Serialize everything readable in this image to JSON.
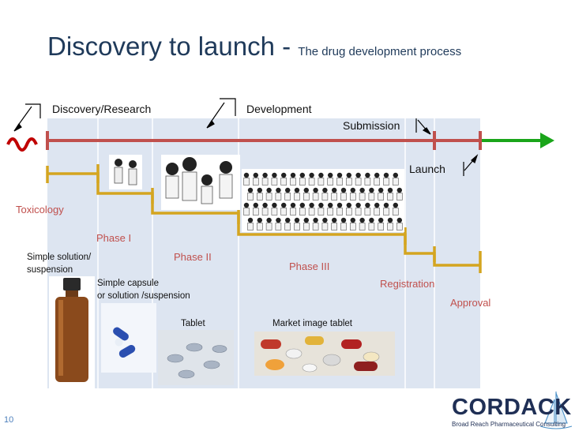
{
  "title": {
    "main": "Discovery to launch -",
    "subtitle": "The drug development process"
  },
  "stages": {
    "discovery": "Discovery/Research",
    "development": "Development",
    "submission": "Submission",
    "launch": "Launch"
  },
  "phases": {
    "toxicology": "Toxicology",
    "phase1": "Phase I",
    "phase2": "Phase II",
    "phase3": "Phase III",
    "registration": "Registration",
    "approval": "Approval"
  },
  "formulations": {
    "simple_solution_line1": "Simple solution/",
    "simple_solution_line2": "suspension",
    "simple_capsule_line1": "Simple capsule",
    "simple_capsule_line2": "or solution /suspension",
    "tablet": "Tablet",
    "market_tablet": "Market image tablet"
  },
  "footer": {
    "slide_number": "10",
    "logo_name": "CORDACK",
    "logo_tagline": "Broad Reach Pharmaceutical Consulting"
  },
  "colors": {
    "title": "#1f3a5a",
    "timeline": "#c0504d",
    "step_line": "#d4a520",
    "arrow": "#1aa51a",
    "grid_bg": "#dde5f1"
  }
}
